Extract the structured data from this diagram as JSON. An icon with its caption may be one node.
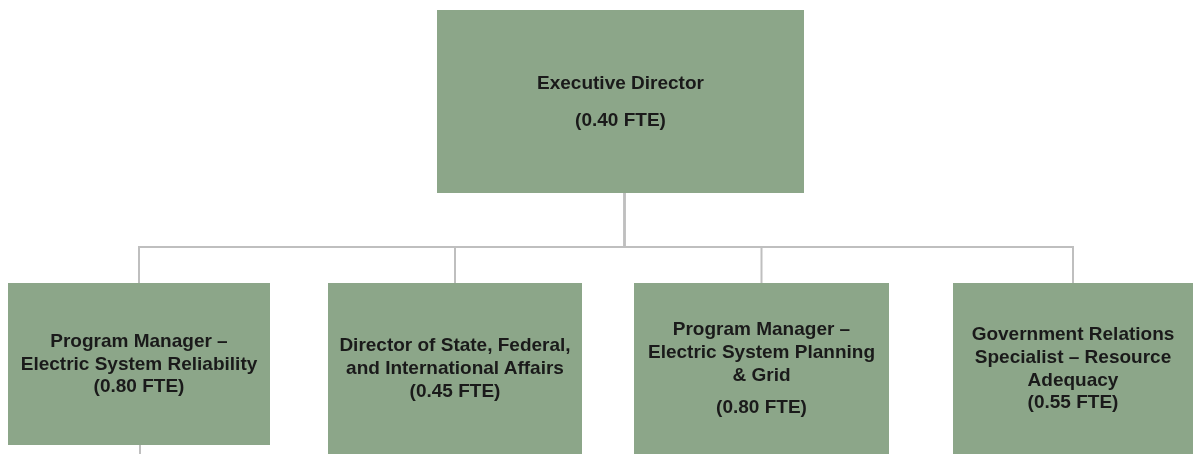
{
  "diagram": {
    "nodes": [
      {
        "text": [
          "Executive Director",
          "(0.40 FTE)"
        ]
      },
      {
        "text": [
          "Program Manager – Electric System Reliability",
          "(0.80 FTE)"
        ]
      },
      {
        "text": [
          "Director of State, Federal, and International Affairs",
          "(0.45 FTE)"
        ]
      },
      {
        "text": [
          "Program Manager – Electric System Planning & Grid",
          "(0.80 FTE)"
        ]
      },
      {
        "text": [
          "Government Relations Specialist – Resource Adequacy",
          "(0.55 FTE)"
        ]
      }
    ],
    "edges": [
      {
        "from": 0,
        "to": 1,
        "arrow": "none"
      },
      {
        "from": 0,
        "to": 2,
        "arrow": "none"
      },
      {
        "from": 0,
        "to": 3,
        "arrow": "none"
      },
      {
        "from": 0,
        "to": 4,
        "arrow": "none"
      },
      {
        "from": 1,
        "to": null,
        "arrow": "none"
      }
    ]
  }
}
